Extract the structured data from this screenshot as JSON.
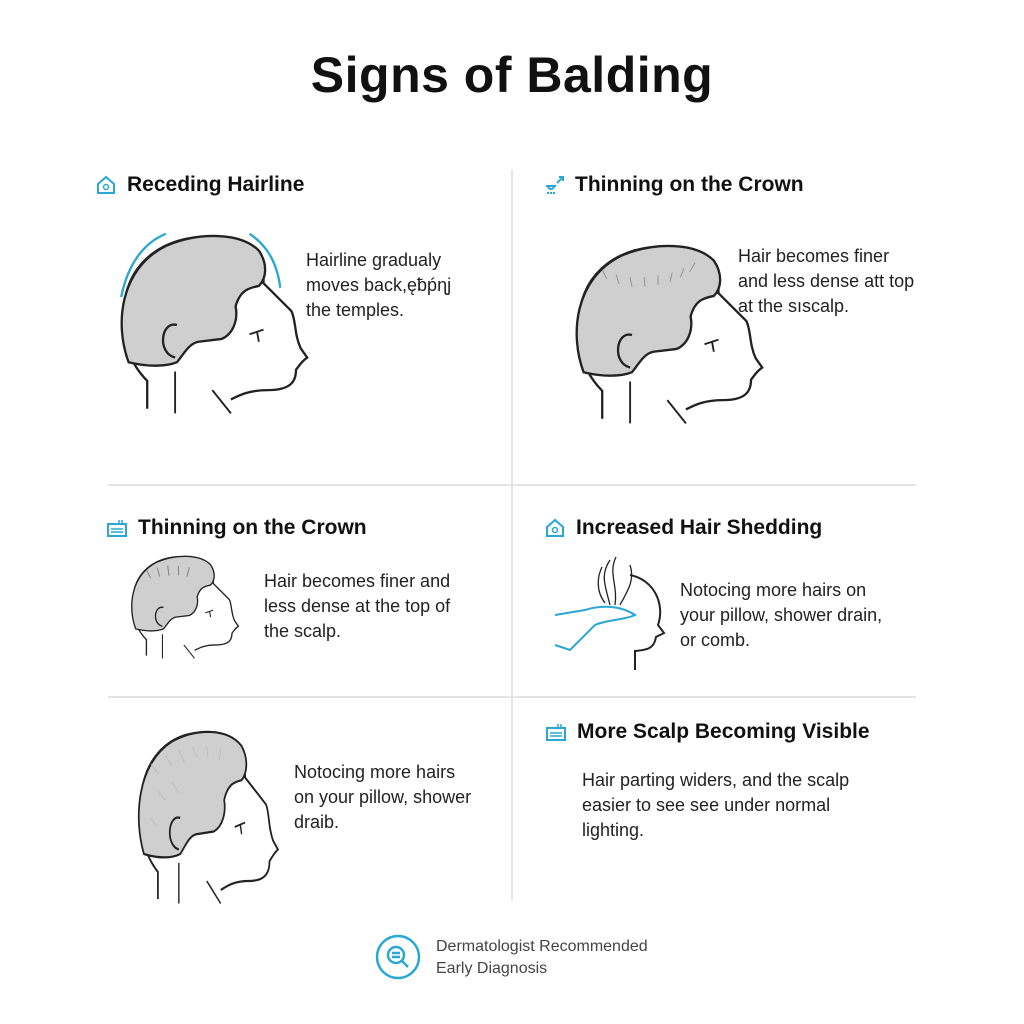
{
  "title": "Signs of Balding",
  "accent": "#2aa7d4",
  "panels": [
    {
      "title": "Receding Hairline",
      "icon": "house-icon",
      "text": "Hairline gradualy\nmoves back,ęƀṕɳj\nthe temples."
    },
    {
      "title": "Thinning on the Crown",
      "icon": "shower-icon",
      "text": "Hair becomes finer\nand less dense att top\nat the sıscalp."
    },
    {
      "title": "Thinning on the Crown",
      "icon": "device-icon",
      "text": "Hair becomes finer and\nless dense at the top of\nthe scalp."
    },
    {
      "title": "Increased Hair Shedding",
      "icon": "house-icon",
      "text": "Notocing more hairs on\nyour pillow, shower drain,\nor comb."
    },
    {
      "title": "",
      "icon": "",
      "text": "Notocing more hairs\non your pillow, shower\ndraib."
    },
    {
      "title": "More Scalp Becoming Visible",
      "icon": "device-icon",
      "text": "Hair parting widers, and the scalp\neasier to see see under normal\nlighting."
    }
  ],
  "footer": {
    "line1": "Dermatologist Recommended",
    "line2": "Early Diagnosis",
    "icon": "magnifier-icon"
  }
}
